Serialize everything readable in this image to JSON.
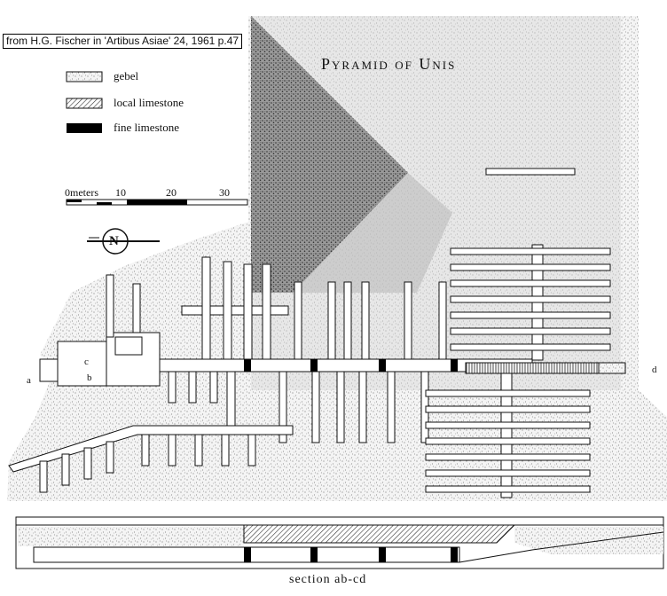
{
  "caption": "from H.G. Fischer in 'Artibus Asiae' 24, 1961 p.47",
  "title": "Pyramid of Unis",
  "legend": {
    "items": [
      {
        "label": "gebel",
        "icon": "stipple-swatch"
      },
      {
        "label": "local limestone",
        "icon": "hatch-swatch"
      },
      {
        "label": "fine limestone",
        "icon": "solid-black-swatch"
      }
    ]
  },
  "scale": {
    "unit_label": "0meters",
    "ticks": [
      "10",
      "20",
      "30"
    ]
  },
  "compass": {
    "label": "N"
  },
  "points": {
    "a": "a",
    "b": "b",
    "c": "c",
    "d": "d"
  },
  "section_label": "section ab-cd",
  "colors": {
    "ink": "#111111",
    "paper": "#ffffff",
    "pyramid_shade": "#7a7a7a"
  }
}
